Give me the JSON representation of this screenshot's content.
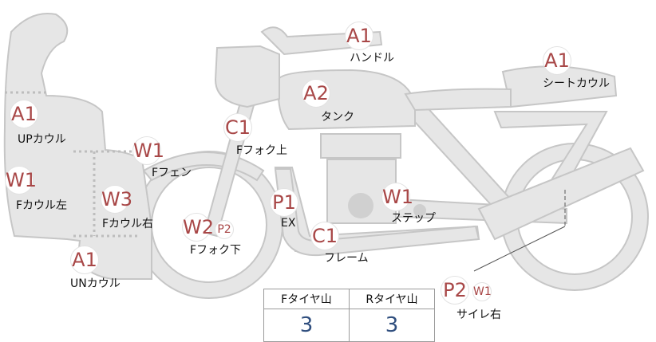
{
  "parts": {
    "handle": {
      "code": "A1",
      "label": "ハンドル"
    },
    "seat_cowl": {
      "code": "A1",
      "label": "シートカウル"
    },
    "tank": {
      "code": "A2",
      "label": "タンク"
    },
    "up_cowl": {
      "code": "A1",
      "label": "UPカウル"
    },
    "f_fork_up": {
      "code": "C1",
      "label": "Fフォク上"
    },
    "f_fender": {
      "code": "W1",
      "label": "Fフェン"
    },
    "f_cowl_l": {
      "code": "W1",
      "label": "Fカウル左"
    },
    "f_cowl_r": {
      "code": "W3",
      "label": "Fカウル右"
    },
    "f_fork_low": {
      "code": "W2",
      "sub": "P2",
      "label": "Fフォク下"
    },
    "ex": {
      "code": "P1",
      "label": "EX"
    },
    "step": {
      "code": "W1",
      "label": "ステップ"
    },
    "frame": {
      "code": "C1",
      "label": "フレーム"
    },
    "un_cowl": {
      "code": "A1",
      "label": "UNカウル"
    },
    "muffler_r": {
      "code": "P2",
      "sub": "W1",
      "label": "サイレ右"
    }
  },
  "tread": {
    "headers": [
      "Fタイヤ山",
      "Rタイヤ山"
    ],
    "values": [
      "3",
      "3"
    ]
  },
  "colors": {
    "code": "#a84747",
    "tread_value": "#2f4e7e",
    "body_fill": "#e6e6e6",
    "body_stroke": "#c6c6c6"
  }
}
